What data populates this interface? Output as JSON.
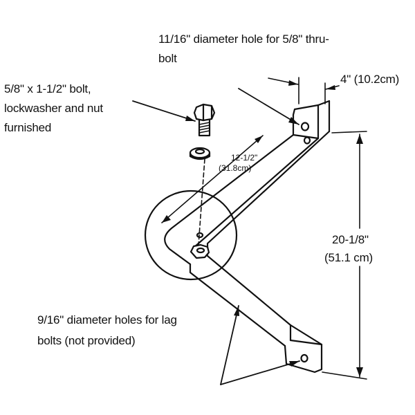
{
  "labels": {
    "thru_bolt_hole_line1": "11/16\" diameter hole for 5/8\" thru-",
    "thru_bolt_hole_line2": "bolt",
    "offset_width": "4\" (10.2cm)",
    "bolt_line1": "5/8\" x 1-1/2\" bolt,",
    "bolt_line2": "lockwasher and nut",
    "bolt_line3": "furnished",
    "span_imperial": "12-1/2\"",
    "span_metric": "(31.8cm)",
    "height_imperial": "20-1/8\"",
    "height_metric": "(51.1 cm)",
    "lag_holes_line1": "9/16\" diameter holes for lag",
    "lag_holes_line2": "bolts (not provided)"
  },
  "colors": {
    "line": "#111111",
    "background": "#ffffff"
  }
}
